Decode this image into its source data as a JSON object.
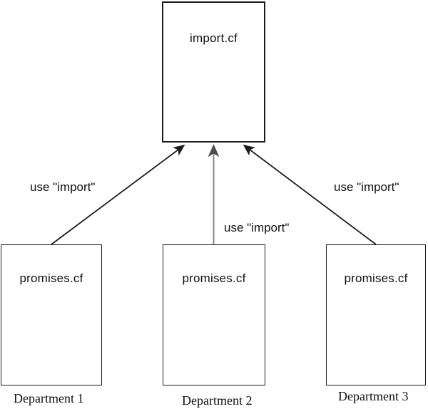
{
  "diagram": {
    "top_node": {
      "label": "import.cf"
    },
    "edges": [
      {
        "label": "use \"import\""
      },
      {
        "label": "use \"import\""
      },
      {
        "label": "use \"import\""
      }
    ],
    "departments": [
      {
        "node_label": "promises.cf",
        "caption": "Department 1"
      },
      {
        "node_label": "promises.cf",
        "caption": "Department 2"
      },
      {
        "node_label": "promises.cf",
        "caption": "Department 3"
      }
    ],
    "colors": {
      "background": "#ffffff",
      "box_border": "#1b1b1b",
      "side_arrow": "#1b1b1b",
      "middle_arrow": "#8a8a8a",
      "middle_arrowhead": "#4d4d4d",
      "text": "#111111"
    }
  }
}
